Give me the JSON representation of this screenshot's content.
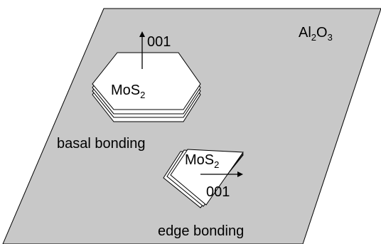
{
  "substrate": {
    "formula": "Al",
    "sub1": "2",
    "mid": "O",
    "sub2": "3"
  },
  "basal": {
    "axis_label": "001",
    "crystal": {
      "formula": "MoS",
      "sub": "2"
    },
    "caption": "basal bonding"
  },
  "edge": {
    "axis_label": "001",
    "crystal": {
      "formula": "MoS",
      "sub": "2"
    },
    "caption": "edge bonding"
  },
  "colors": {
    "substrate_fill": "#c8c8c8",
    "flake_fill": "#ffffff",
    "line": "#000000"
  }
}
